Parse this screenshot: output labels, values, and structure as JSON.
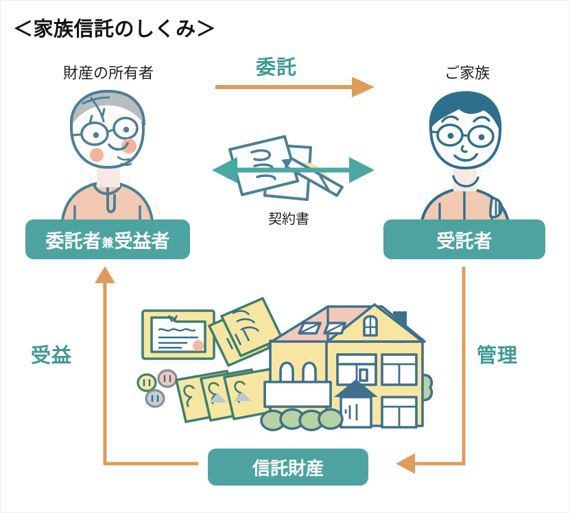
{
  "diagram": {
    "title": "＜家族信託のしくみ＞",
    "colors": {
      "teal": "#4da3a0",
      "teal_text": "#3f9a96",
      "orange": "#de9c5c",
      "ink_blue": "#3f6f8e",
      "skin": "#f0c6ae",
      "cloth_peach": "#f2c9b2",
      "hair_gray": "#b9bdc2",
      "hair_blue": "#2e6f8e",
      "asset_yellow": "#f7e6a2",
      "asset_outline": "#3f7f6f",
      "roof_pink": "#f3c9b8",
      "leaf_green": "#a9cf9a",
      "background": "#ffffff"
    },
    "people": [
      {
        "id": "owner",
        "caption": "財産の所有者",
        "badge": "委託者兼受益者",
        "badge_parts": {
          "lead": "委託者",
          "small": "兼",
          "tail": "受益者"
        },
        "icon": "elderly-person-illustration"
      },
      {
        "id": "family",
        "caption": "ご家族",
        "badge": "受託者",
        "icon": "adult-man-illustration"
      }
    ],
    "center": {
      "caption": "契約書",
      "icon": "contract-document-with-pen",
      "arrow": "double-headed-arrow"
    },
    "assets": {
      "badge": "信託財産",
      "icons": [
        "certificate-icon",
        "documents-icon",
        "coins-icon",
        "banknotes-icon",
        "house-icon",
        "tree-icon"
      ]
    },
    "flows": [
      {
        "id": "itaku",
        "label": "委託",
        "direction": "left-to-right",
        "color": "#de9c5c"
      },
      {
        "id": "jueki",
        "label": "受益",
        "direction": "bottom-to-top",
        "color": "#de9c5c"
      },
      {
        "id": "kanri",
        "label": "管理",
        "direction": "top-to-bottom",
        "color": "#de9c5c"
      }
    ]
  }
}
